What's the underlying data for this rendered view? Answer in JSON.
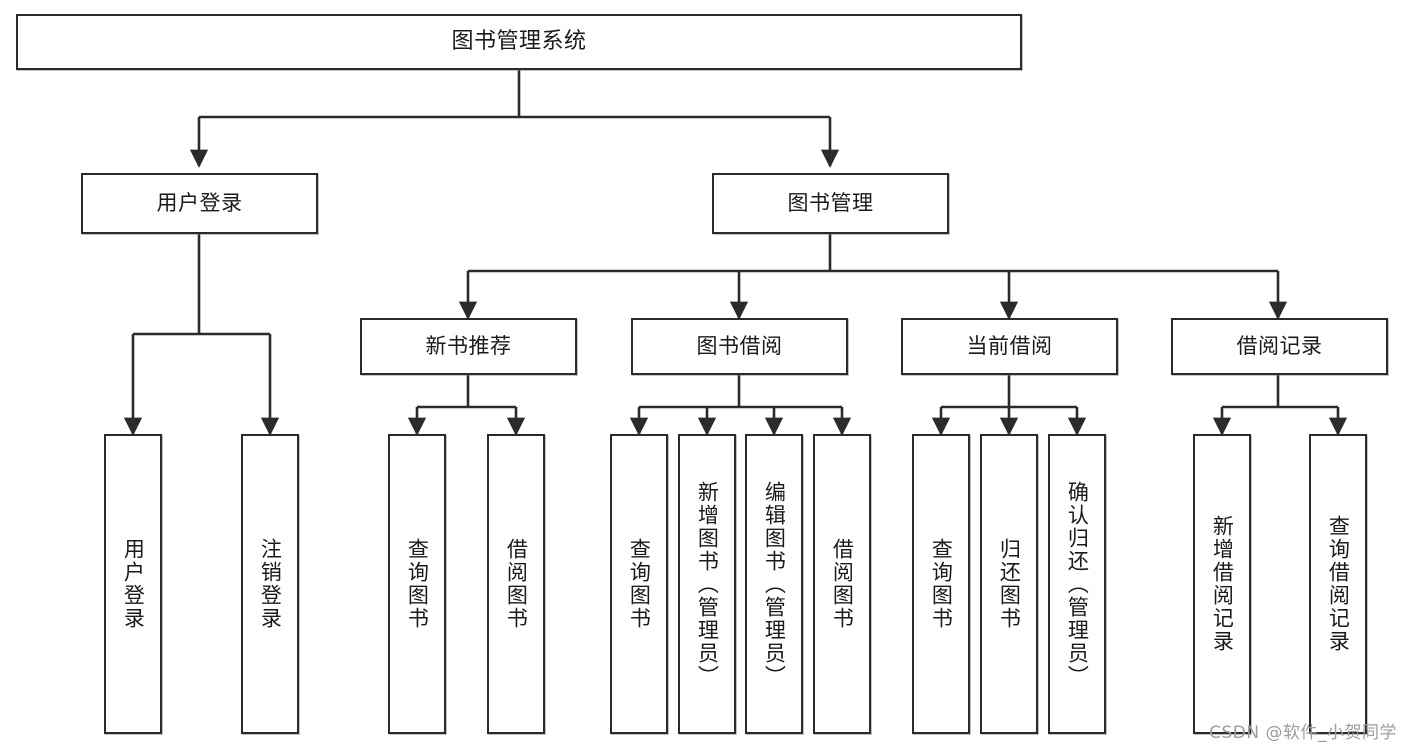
{
  "diagram": {
    "title": "图书管理系统",
    "type": "functional-structure-tree",
    "watermark": "CSDN @软件_小贺同学",
    "colors": {
      "stroke": "#2b2b2b",
      "fill": "#ffffff",
      "text": "#1a1a1a",
      "watermark": "#9d9d9d"
    },
    "root": {
      "label": "图书管理系统"
    },
    "level1": [
      {
        "label": "用户登录"
      },
      {
        "label": "图书管理"
      }
    ],
    "level2": [
      {
        "label": "新书推荐"
      },
      {
        "label": "图书借阅"
      },
      {
        "label": "当前借阅"
      },
      {
        "label": "借阅记录"
      }
    ],
    "leaves": {
      "user_login": [
        {
          "label": "用户登录"
        },
        {
          "label": "注销登录"
        }
      ],
      "new_book_recommend": [
        {
          "label": "查询图书"
        },
        {
          "label": "借阅图书"
        }
      ],
      "book_borrow": [
        {
          "label": "查询图书"
        },
        {
          "label": "新增图书（管理员）"
        },
        {
          "label": "编辑图书（管理员）"
        },
        {
          "label": "借阅图书"
        }
      ],
      "current_borrow": [
        {
          "label": "查询图书"
        },
        {
          "label": "归还图书"
        },
        {
          "label": "确认归还（管理员）"
        }
      ],
      "borrow_record": [
        {
          "label": "新增借阅记录"
        },
        {
          "label": "查询借阅记录"
        }
      ]
    }
  }
}
